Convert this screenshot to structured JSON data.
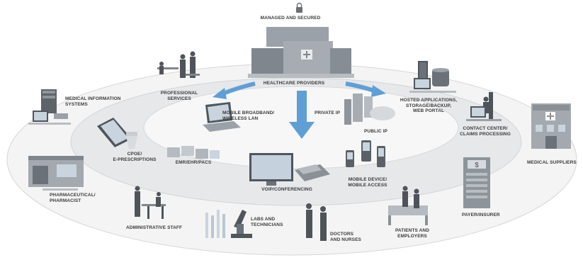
{
  "diagram": {
    "colors": {
      "ring_outer": "#f3f3f3",
      "ring_inner": "#e4e6e8",
      "arrow": "#5f9fd6",
      "object": "#8a8f95",
      "text": "#3a3a3a"
    },
    "labels": {
      "managed": "MANAGED AND SECURED",
      "providers": "HEALTHCARE PROVIDERS",
      "professional": "PROFESSIONAL\nSERVICES",
      "medinfo": "MEDICAL INFORMATION\nSYSTEMS",
      "broadband": "MOBILE BROADBAND/\nWIRELESS LAN",
      "privateip": "PRIVATE IP",
      "publicip": "PUBLIC IP",
      "hosted": "HOSTED APPLICATIONS,\nSTORAGE/BACKUP,\nWEB PORTAL",
      "contact": "CONTACT CENTER/\nCLAIMS PROCESSING",
      "suppliers": "MEDICAL SUPPLIERS",
      "cpoe": "CPOE/\nE-PRESCRIPTIONS",
      "emr": "EMR/EHR/PACS",
      "voip": "VOIP/CONFERENCING",
      "mobile": "MOBILE DEVICE/\nMOBILE ACCESS",
      "pharma": "PHARMACEUTICAL/\nPHARMACIST",
      "payer": "PAYER/INSURER",
      "admin": "ADMINISTRATIVE STAFF",
      "labs": "LABS AND\nTECHNICIANS",
      "doctors": "DOCTORS\nAND NURSES",
      "patients": "PATIENTS AND\nEMPLOYERS"
    }
  }
}
